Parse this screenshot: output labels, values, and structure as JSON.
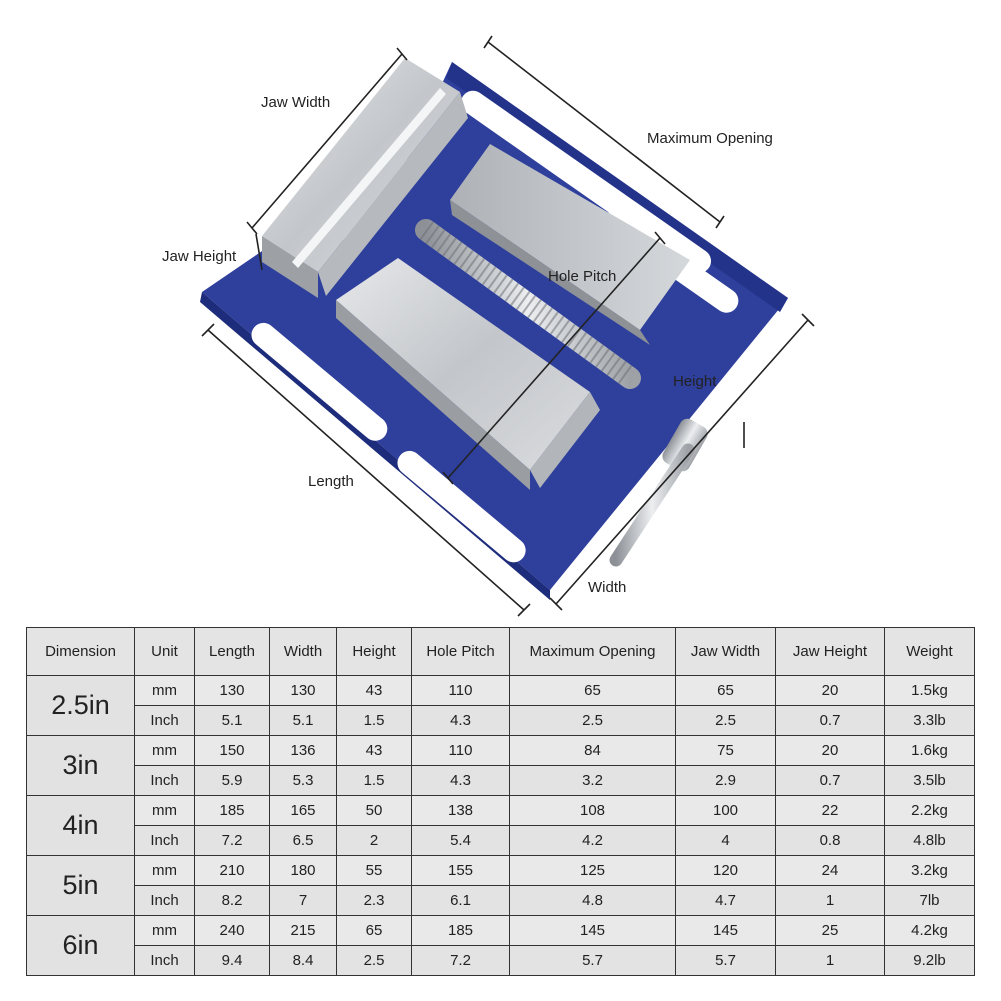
{
  "diagram": {
    "labels": {
      "jaw_width": "Jaw Width",
      "maximum_opening": "Maximum Opening",
      "jaw_height": "Jaw Height",
      "hole_pitch": "Hole Pitch",
      "height": "Height",
      "length": "Length",
      "width": "Width"
    },
    "colors": {
      "vise_body": "#2e3f9c",
      "jaw_steel": "#cfd2d6",
      "annotation_line": "#222222"
    }
  },
  "table": {
    "headers": [
      "Dimension",
      "Unit",
      "Length",
      "Width",
      "Height",
      "Hole Pitch",
      "Maximum Opening",
      "Jaw Width",
      "Jaw Height",
      "Weight"
    ],
    "rows": [
      {
        "dimension": "2.5in",
        "mm": [
          "mm",
          "130",
          "130",
          "43",
          "110",
          "65",
          "65",
          "20",
          "1.5kg"
        ],
        "inch": [
          "Inch",
          "5.1",
          "5.1",
          "1.5",
          "4.3",
          "2.5",
          "2.5",
          "0.7",
          "3.3lb"
        ]
      },
      {
        "dimension": "3in",
        "mm": [
          "mm",
          "150",
          "136",
          "43",
          "110",
          "84",
          "75",
          "20",
          "1.6kg"
        ],
        "inch": [
          "Inch",
          "5.9",
          "5.3",
          "1.5",
          "4.3",
          "3.2",
          "2.9",
          "0.7",
          "3.5lb"
        ]
      },
      {
        "dimension": "4in",
        "mm": [
          "mm",
          "185",
          "165",
          "50",
          "138",
          "108",
          "100",
          "22",
          "2.2kg"
        ],
        "inch": [
          "Inch",
          "7.2",
          "6.5",
          "2",
          "5.4",
          "4.2",
          "4",
          "0.8",
          "4.8lb"
        ]
      },
      {
        "dimension": "5in",
        "mm": [
          "mm",
          "210",
          "180",
          "55",
          "155",
          "125",
          "120",
          "24",
          "3.2kg"
        ],
        "inch": [
          "Inch",
          "8.2",
          "7",
          "2.3",
          "6.1",
          "4.8",
          "4.7",
          "1",
          "7lb"
        ]
      },
      {
        "dimension": "6in",
        "mm": [
          "mm",
          "240",
          "215",
          "65",
          "185",
          "145",
          "145",
          "25",
          "4.2kg"
        ],
        "inch": [
          "Inch",
          "9.4",
          "8.4",
          "2.5",
          "7.2",
          "5.7",
          "5.7",
          "1",
          "9.2lb"
        ]
      }
    ]
  }
}
